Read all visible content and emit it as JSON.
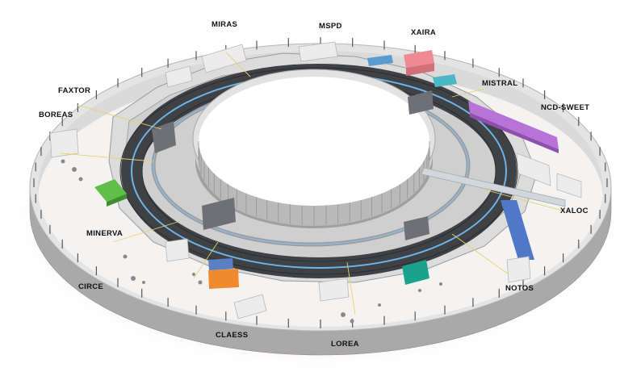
{
  "beamlines": [
    {
      "id": "miras",
      "label": "MIRAS"
    },
    {
      "id": "mspd",
      "label": "MSPD"
    },
    {
      "id": "xaira",
      "label": "XAIRA"
    },
    {
      "id": "mistral",
      "label": "MISTRAL"
    },
    {
      "id": "ncd-sweet",
      "label": "NCD-SWEET"
    },
    {
      "id": "faxtor",
      "label": "FAXTOR"
    },
    {
      "id": "boreas",
      "label": "BOREAS"
    },
    {
      "id": "xaloc",
      "label": "XALOC"
    },
    {
      "id": "minerva",
      "label": "MINERVA"
    },
    {
      "id": "circe",
      "label": "CIRCE"
    },
    {
      "id": "notos",
      "label": "NOTOS"
    },
    {
      "id": "claess",
      "label": "CLAESS"
    },
    {
      "id": "lorea",
      "label": "LOREA"
    }
  ],
  "colors": {
    "wall_top": "#e8e8e8",
    "wall_side": "#a9a9a9",
    "floor": "#f4f1ef",
    "ring_dark": "#3f4145",
    "beam": "#6fb4e8",
    "xaira": "#f08a92",
    "xaira_side": "#4ab9c4",
    "mistral": "#b774d6",
    "ncd_sweet": "#b774d6",
    "minerva": "#5fbf4a",
    "xaloc": "#4f78c8",
    "circe": "#f08a2e",
    "notos": "#1aa28c",
    "label": "#111111"
  }
}
